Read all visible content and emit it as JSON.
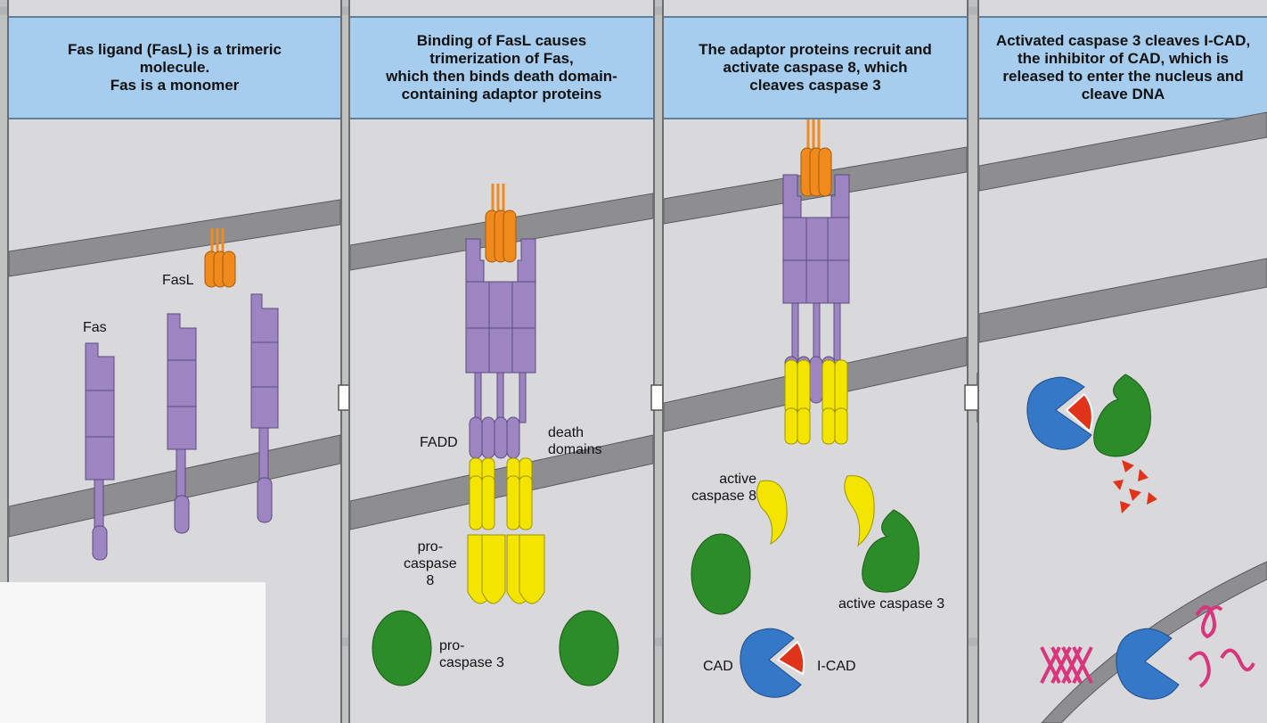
{
  "panels": [
    {
      "title": "Fas ligand (FasL) is a trimeric\nmolecule.\nFas is a monomer"
    },
    {
      "title": "Binding of FasL causes\ntrimerization of Fas,\nwhich then binds death domain-\ncontaining adaptor proteins"
    },
    {
      "title": "The adaptor proteins recruit and\nactivate caspase 8, which\ncleaves caspase 3"
    },
    {
      "title": "Activated caspase 3 cleaves I-CAD,\nthe inhibitor of CAD, which is\nreleased to enter the nucleus and\ncleave DNA"
    }
  ],
  "labels": {
    "fasl": "FasL",
    "fas": "Fas",
    "fadd": "FADD",
    "death_domains": "death\ndomains",
    "procaspase8": "pro-\ncaspase\n8",
    "procaspase3": "pro-\ncaspase 3",
    "active_caspase8": "active\ncaspase 8",
    "active_caspase3": "active caspase 3",
    "cad": "CAD",
    "icad": "I-CAD"
  },
  "colors": {
    "membrane": "#8e8e91",
    "fas_receptor": "#9c85c0",
    "fasl_ligand": "#f08a1c",
    "adaptor": "#f3e500",
    "caspase3": "#2d8c2a",
    "cad": "#3578c8",
    "icad": "#e0341a",
    "dna": "#d9357c",
    "header": "#a6cdee"
  }
}
